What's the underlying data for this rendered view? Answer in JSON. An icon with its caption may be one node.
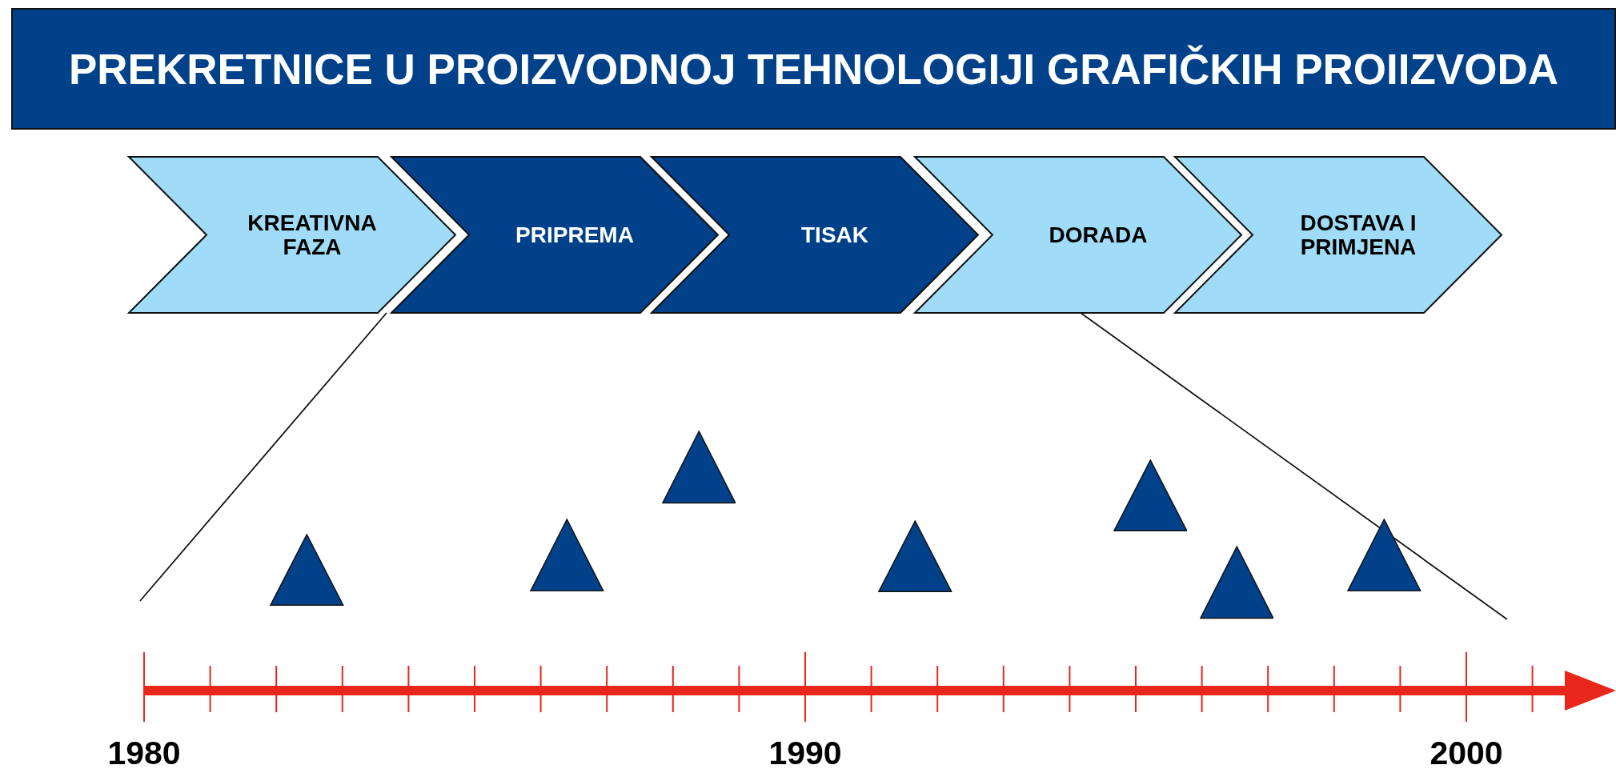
{
  "diagram": {
    "title": "PREKRETNICE U PROIZVODNOJ TEHNOLOGIJI GRAFIČKIH PROIIZVODA",
    "nodes": [
      {
        "text": [
          "KREATIVNA FAZA"
        ]
      },
      {
        "text": [
          "PRIPREMA"
        ]
      },
      {
        "text": [
          "TISAK"
        ]
      },
      {
        "text": [
          "DORADA"
        ]
      },
      {
        "text": [
          "DOSTAVA I PRIMJENA"
        ]
      },
      {
        "text": [],
        "shape": "triangle"
      },
      {
        "text": [],
        "shape": "triangle"
      },
      {
        "text": [],
        "shape": "triangle"
      },
      {
        "text": [],
        "shape": "triangle"
      },
      {
        "text": [],
        "shape": "triangle"
      },
      {
        "text": [],
        "shape": "triangle"
      },
      {
        "text": [],
        "shape": "triangle"
      }
    ],
    "labels": [
      "1980",
      "1990",
      "2000"
    ]
  }
}
